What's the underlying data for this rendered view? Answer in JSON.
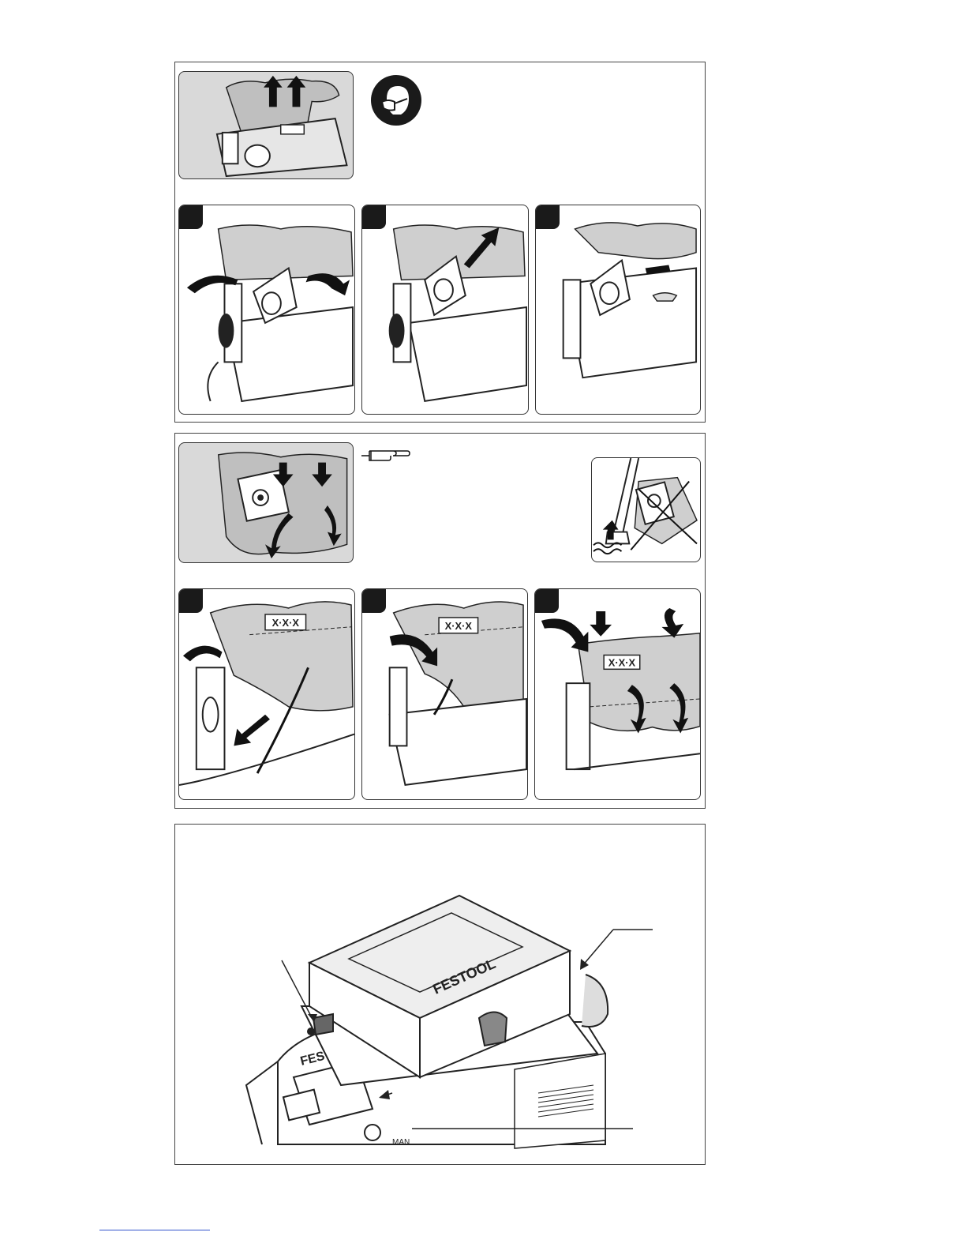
{
  "labels": {
    "bag_mark": "X·X·X",
    "brand": "FESTOOL",
    "dial_mark": "MAN"
  },
  "icons": {
    "mask": "dust-mask-icon",
    "note": "pointing-hand-icon"
  },
  "colors": {
    "panel_grey": "#d9d9d9",
    "ink": "#1a1a1a"
  }
}
